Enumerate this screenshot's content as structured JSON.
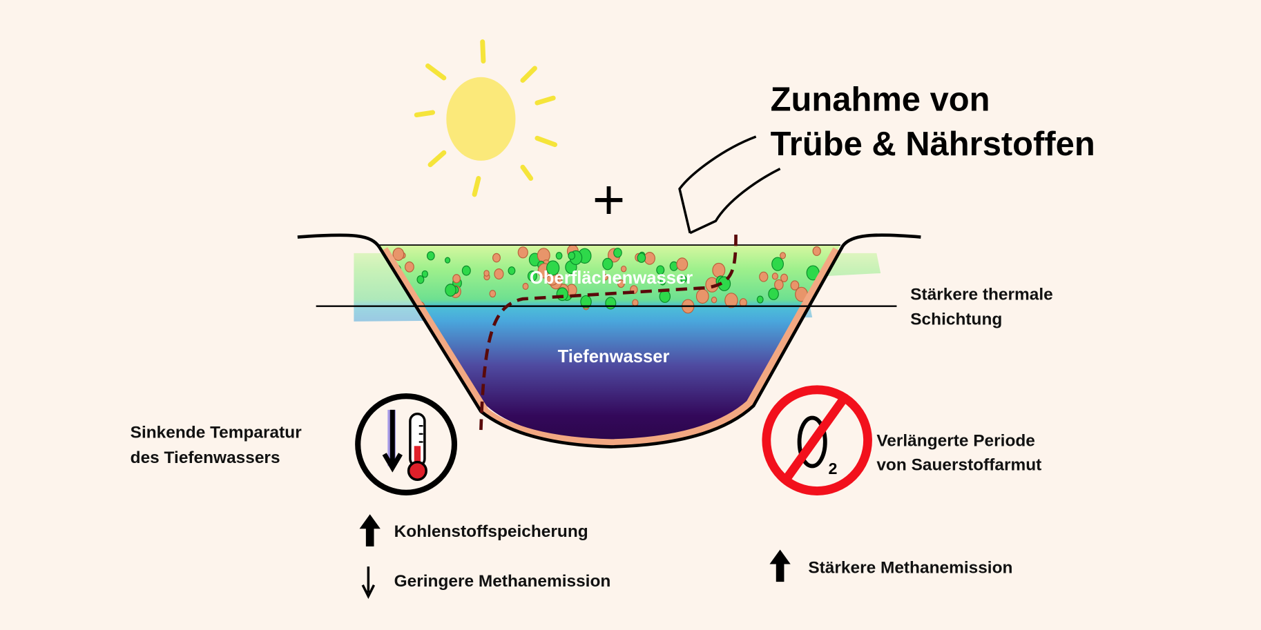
{
  "title": {
    "line1": "Zunahme von",
    "line2": "Trübe & Nährstoffen"
  },
  "layers": {
    "surface": "Oberflächenwasser",
    "deep": "Tiefenwasser"
  },
  "stratification": {
    "line1": "Stärkere thermale",
    "line2": "Schichtung"
  },
  "temperature": {
    "line1": "Sinkende Temparatur",
    "line2": "des Tiefenwassers"
  },
  "oxygen": {
    "line1": "Verlängerte Periode",
    "line2": "von Sauerstoffarmut",
    "symbol": "O",
    "subscript": "2"
  },
  "effects_left": [
    {
      "direction": "up",
      "label": "Kohlenstoffspeicherung"
    },
    {
      "direction": "down",
      "label": "Geringere Methanemission"
    }
  ],
  "effects_right": [
    {
      "direction": "up",
      "label": "Stärkere Methanemission"
    }
  ],
  "plus_sign": "+",
  "colors": {
    "background": "#fdf4ec",
    "sun": "#fbe97a",
    "sun_rays": "#f5e43a",
    "prohibit": "#f2101c",
    "dashed_line": "#5a0a0a"
  }
}
